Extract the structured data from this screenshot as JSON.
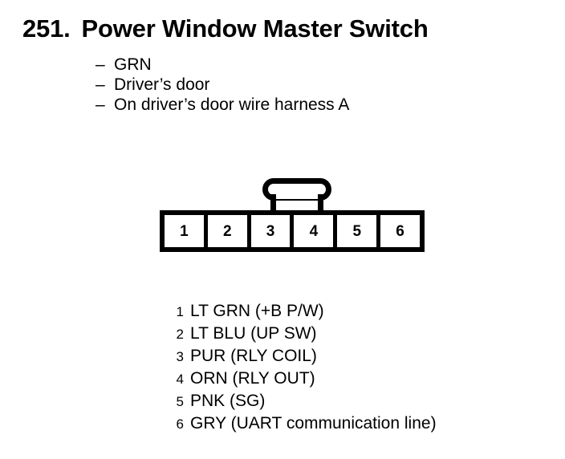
{
  "document": {
    "title_number": "251.",
    "title_text": "Power Window Master Switch",
    "background_color": "#ffffff",
    "ink_color": "#000000"
  },
  "attributes": {
    "dash": "–",
    "items": [
      "GRN",
      "Driver’s door",
      "On driver’s door wire harness A"
    ]
  },
  "connector": {
    "pin_count": 6,
    "pins": [
      "1",
      "2",
      "3",
      "4",
      "5",
      "6"
    ],
    "latch_position": "top-center"
  },
  "pin_legend": {
    "rows": [
      {
        "num": "1",
        "label": "LT GRN (+B P/W)"
      },
      {
        "num": "2",
        "label": "LT BLU (UP SW)"
      },
      {
        "num": "3",
        "label": "PUR (RLY COIL)"
      },
      {
        "num": "4",
        "label": "ORN (RLY OUT)"
      },
      {
        "num": "5",
        "label": "PNK (SG)"
      },
      {
        "num": "6",
        "label": "GRY (UART communication line)"
      }
    ]
  }
}
